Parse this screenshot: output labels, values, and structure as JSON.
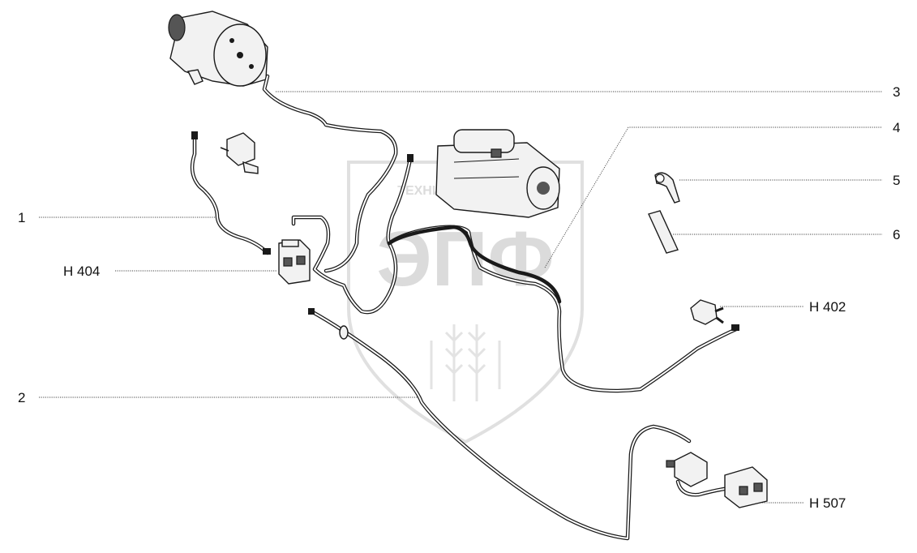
{
  "watermark": {
    "brand_line": "ТЕХНИКА ЗАПЧАСТИ",
    "logo": "ЭПФ"
  },
  "callouts": [
    {
      "id": "c1",
      "label": "1"
    },
    {
      "id": "c2",
      "label": "2"
    },
    {
      "id": "c3",
      "label": "3"
    },
    {
      "id": "c4",
      "label": "4"
    },
    {
      "id": "c5",
      "label": "5"
    },
    {
      "id": "c6",
      "label": "6"
    },
    {
      "id": "cH404",
      "label": "Н 404"
    },
    {
      "id": "cH402",
      "label": "Н 402"
    },
    {
      "id": "cH507",
      "label": "Н 507"
    }
  ],
  "colors": {
    "line": "#1a1a1a",
    "watermark": "#d8d8d8",
    "background": "#ffffff"
  }
}
